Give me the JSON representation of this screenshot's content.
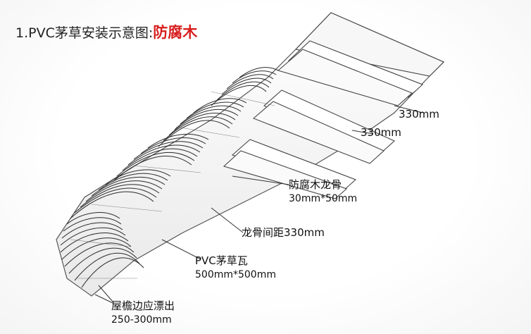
{
  "title": {
    "prefix": "1.PVC茅草安装示意图:",
    "accent": "防腐木"
  },
  "callouts": {
    "spacing_top": "330mm",
    "spacing_mid": "330mm",
    "batten_name": "防腐木龙骨",
    "batten_size": "30mm*50mm",
    "batten_spacing": "龙骨间距330mm",
    "tile_name": "PVC茅草瓦",
    "tile_size": "500mm*500mm",
    "eave_overhang": "屋檐边应漂出",
    "eave_range": "250-300mm"
  },
  "colors": {
    "accent": "#d81e1e",
    "text": "#111111",
    "line": "#333333"
  }
}
